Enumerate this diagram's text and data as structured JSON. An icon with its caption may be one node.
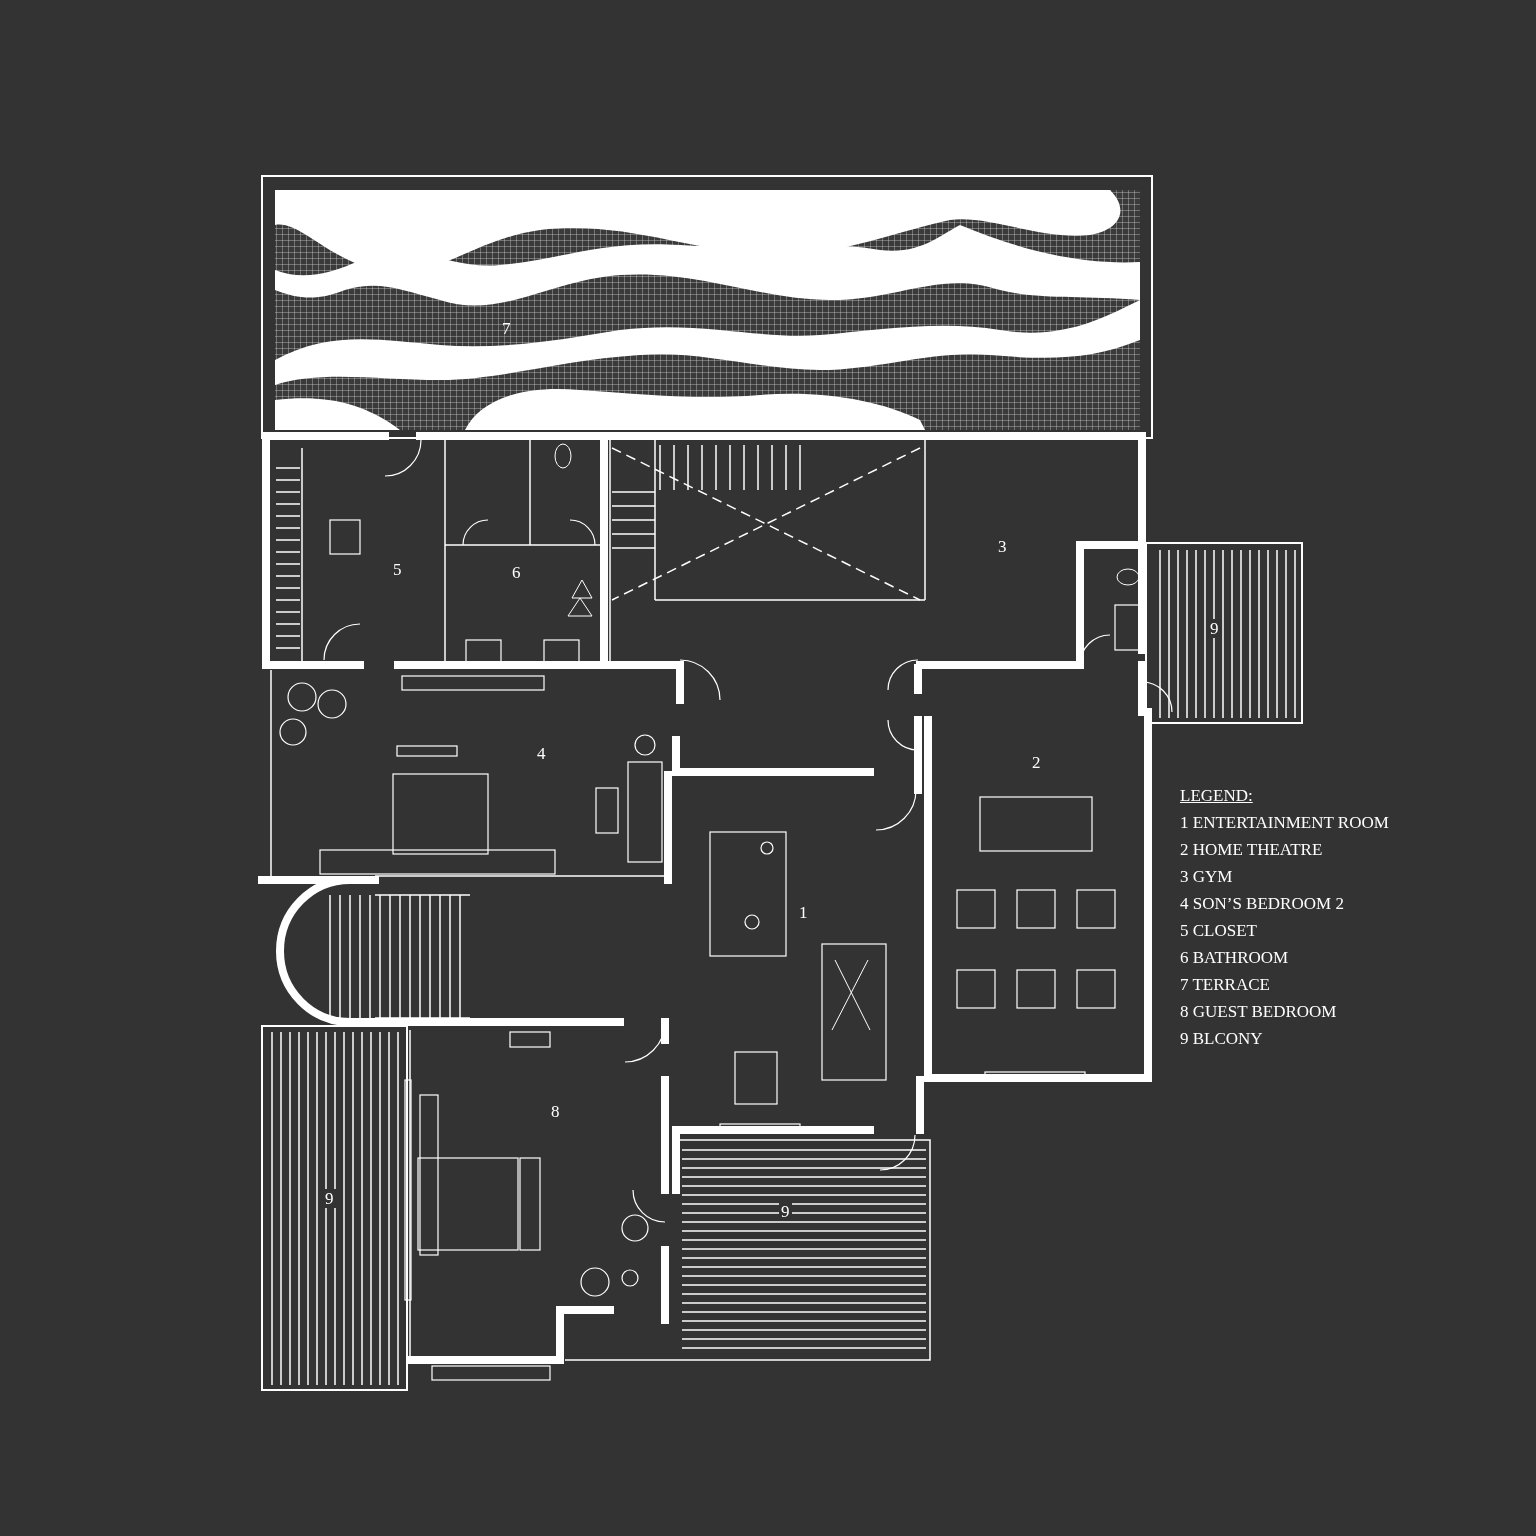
{
  "diagram": {
    "labels": [
      "7",
      "5",
      "6",
      "3",
      "9",
      "4",
      "2",
      "1",
      "8",
      "9",
      "9",
      "LEGEND:",
      "1 ENTERTAINMENT ROOM",
      "2 HOME THEATRE",
      "3 GYM",
      "4 SON’S BEDROOM 2",
      "5 CLOSET",
      "6 BATHROOM",
      "7 TERRACE",
      "8 GUEST BEDROOM",
      "9 BLCONY"
    ]
  }
}
